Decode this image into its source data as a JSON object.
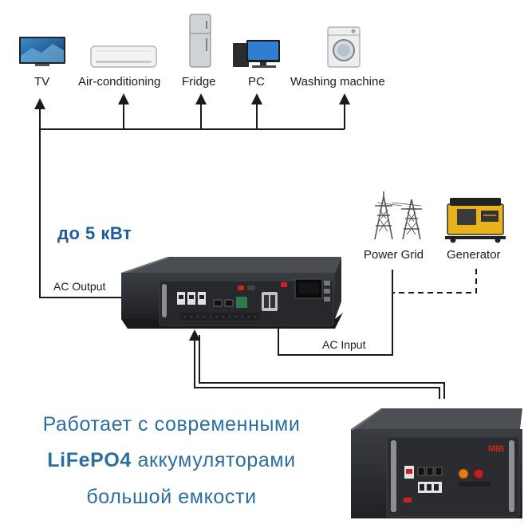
{
  "appliances": [
    {
      "icon": "tv-icon",
      "label": "TV"
    },
    {
      "icon": "air-conditioner-icon",
      "label": "Air-conditioning"
    },
    {
      "icon": "fridge-icon",
      "label": "Fridge"
    },
    {
      "icon": "pc-icon",
      "label": "PC"
    },
    {
      "icon": "washing-machine-icon",
      "label": "Washing machine"
    }
  ],
  "sources": [
    {
      "icon": "power-grid-icon",
      "label": "Power Grid"
    },
    {
      "icon": "generator-icon",
      "label": "Generator"
    }
  ],
  "connections": {
    "ac_output": "AC Output",
    "ac_input": "AC Input"
  },
  "power_label": "до 5 кВт",
  "battery_brand": "MIB",
  "promo": {
    "line1": "Работает с современными",
    "line2_bold": "LiFePO4",
    "line2_rest": " аккумуляторами",
    "line3": "большой емкости"
  },
  "colors": {
    "line": "#1a1a1a",
    "accent_blue": "#1f5b9f",
    "promo_text": "#2a6fa0",
    "device_body": "#2b2d30",
    "battery_logo": "#d42020"
  }
}
